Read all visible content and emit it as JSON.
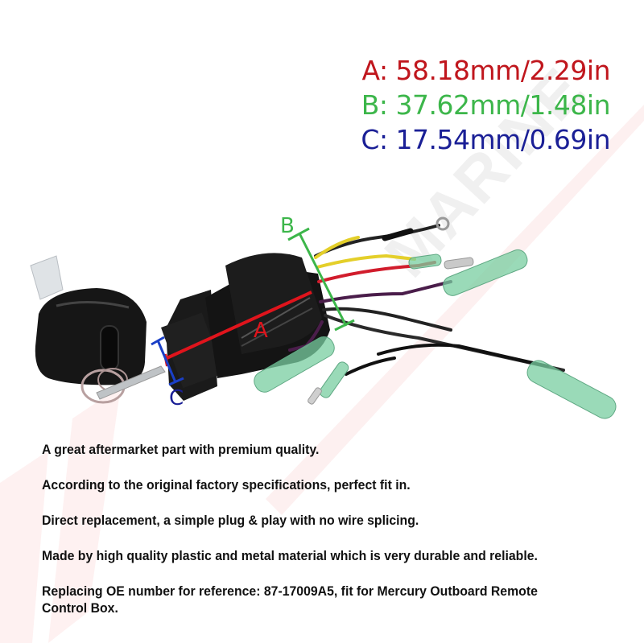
{
  "specs": {
    "a": {
      "label": "A: 58.18mm/2.29in",
      "color": "#c0161d"
    },
    "b": {
      "label": "B: 37.62mm/1.48in",
      "color": "#3cb64a"
    },
    "c": {
      "label": "C: 17.54mm/0.69in",
      "color": "#1a1f96"
    }
  },
  "diagram": {
    "dimension_labels": {
      "a": "A",
      "b": "B",
      "c": "C"
    },
    "product": "ignition-key-switch-with-wiring-harness"
  },
  "watermark": {
    "text": "MARINE"
  },
  "features": [
    "A great aftermarket part with premium quality.",
    "According to the original factory specifications, perfect fit in.",
    "Direct replacement, a simple plug & play with no wire splicing.",
    "Made by high quality plastic and metal material which is very durable and reliable.",
    "Replacing OE number for reference: 87-17009A5,  fit for Mercury Outboard Remote Control Box."
  ]
}
